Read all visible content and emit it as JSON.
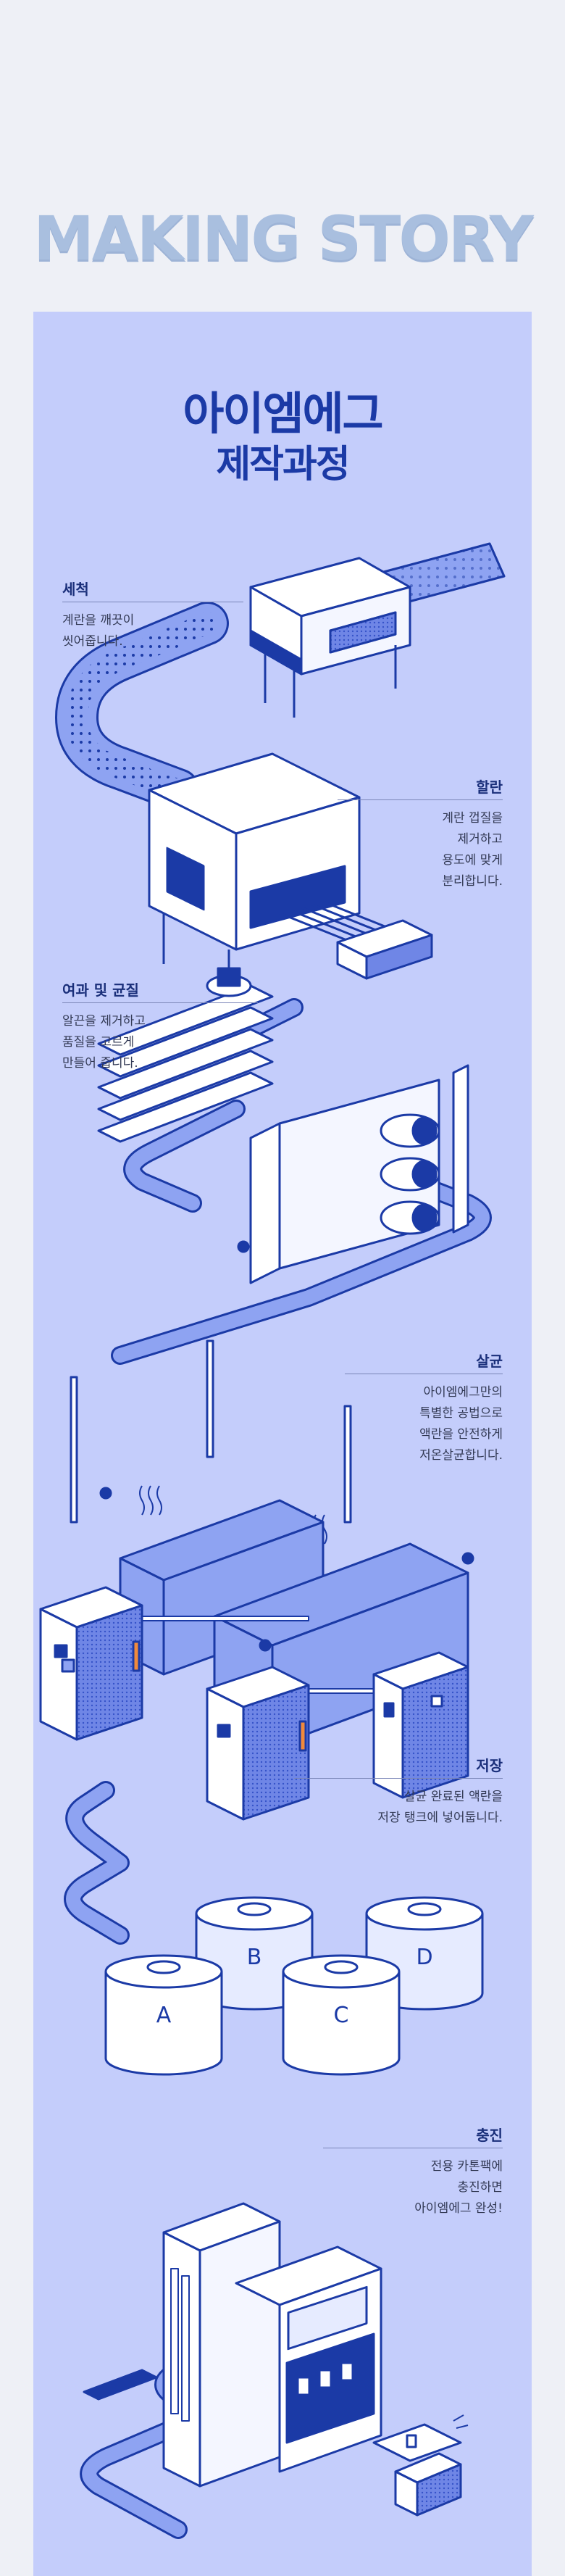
{
  "page_title": "MAKING STORY",
  "heading_line1": "아이엠에그",
  "heading_line2": "제작과정",
  "steps": [
    {
      "title": "세척",
      "desc": "계란을 깨끗이\n씻어줍니다."
    },
    {
      "title": "할란",
      "desc": "계란 껍질을\n제거하고\n용도에 맞게\n분리합니다."
    },
    {
      "title": "여과 및 균질",
      "desc": "알끈을 제거하고\n품질을 고르게\n만들어 줍니다."
    },
    {
      "title": "살균",
      "desc": "아이엠에그만의\n특별한 공법으로\n액란을 안전하게\n저온살균합니다."
    },
    {
      "title": "저장",
      "desc": "살균 완료된 액란을\n저장 탱크에 넣어둡니다."
    },
    {
      "title": "충진",
      "desc": "전용 카톤팩에\n충진하면\n아이엠에그 완성!"
    }
  ],
  "tanks": [
    "A",
    "B",
    "C",
    "D"
  ],
  "colors": {
    "background": "#eef0f6",
    "panel": "#c4cdfb",
    "pipe": "#8ea3f2",
    "navy": "#1b3aa6",
    "title_gray_blue": "#a9bfdf"
  }
}
